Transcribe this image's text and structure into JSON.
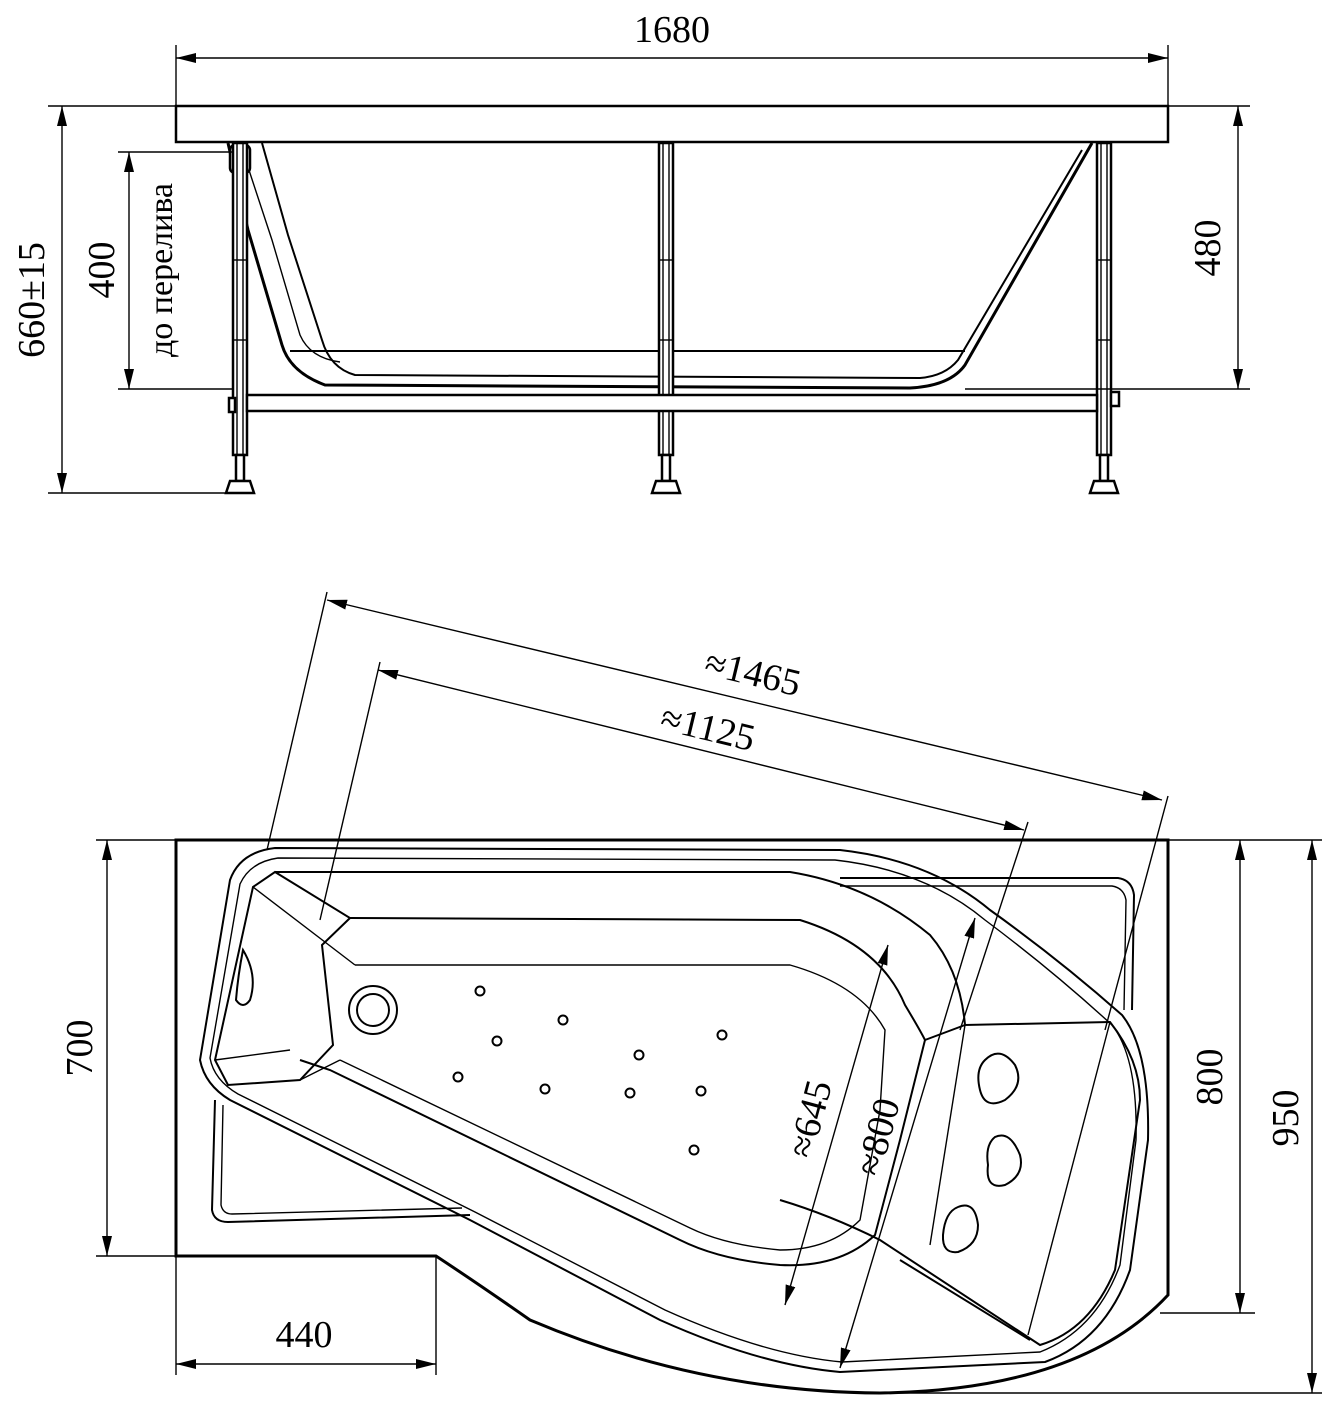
{
  "side_view": {
    "length": "1680",
    "total_height": "660±15",
    "depth_to_overflow": "400",
    "overflow_note": "до перелива",
    "rim_height": "480"
  },
  "top_view": {
    "diagonal_outer": "≈1465",
    "diagonal_inner": "≈1125",
    "basin_width_small": "≈645",
    "basin_width_large": "≈800",
    "narrow_width": "700",
    "wide_width_inner": "800",
    "wide_width_outer": "950",
    "offset": "440"
  },
  "colors": {
    "line": "#000000",
    "background": "#ffffff"
  }
}
